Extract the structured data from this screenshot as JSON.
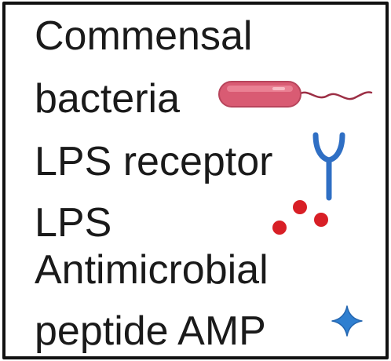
{
  "legend": {
    "items": [
      {
        "line1": "Commensal",
        "line2": "bacteria",
        "icon": "bacterium-icon",
        "color": "#d95b73"
      },
      {
        "line1": "LPS receptor",
        "icon": "receptor-icon",
        "color": "#2f6fc4"
      },
      {
        "line1": "LPS",
        "icon": "lps-dots-icon",
        "color": "#d81f26"
      },
      {
        "line1": "Antimicrobial",
        "line2": "peptide AMP",
        "icon": "amp-star-icon",
        "color": "#2f7fd0"
      }
    ]
  }
}
